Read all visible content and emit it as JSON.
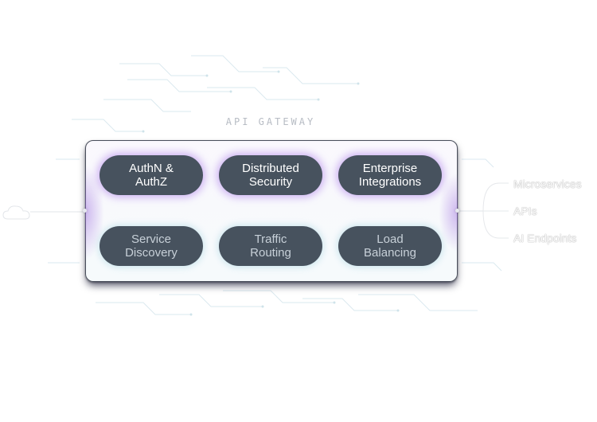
{
  "diagram": {
    "title": "API GATEWAY",
    "source_icon": "cloud-icon",
    "capabilities_primary": [
      {
        "line1": "AuthN &",
        "line2": "AuthZ"
      },
      {
        "line1": "Distributed",
        "line2": "Security"
      },
      {
        "line1": "Enterprise",
        "line2": "Integrations"
      }
    ],
    "capabilities_secondary": [
      {
        "line1": "Service",
        "line2": "Discovery"
      },
      {
        "line1": "Traffic",
        "line2": "Routing"
      },
      {
        "line1": "Load",
        "line2": "Balancing"
      }
    ],
    "destinations": [
      "Microservices",
      "APIs",
      "AI Endpoints"
    ],
    "colors": {
      "pill_fill": "#47525e",
      "primary_glow": "#aa78eb",
      "secondary_glow": "#a0d2e1",
      "box_border": "#4a4f5c",
      "label_gray": "#b7bcc4"
    }
  }
}
